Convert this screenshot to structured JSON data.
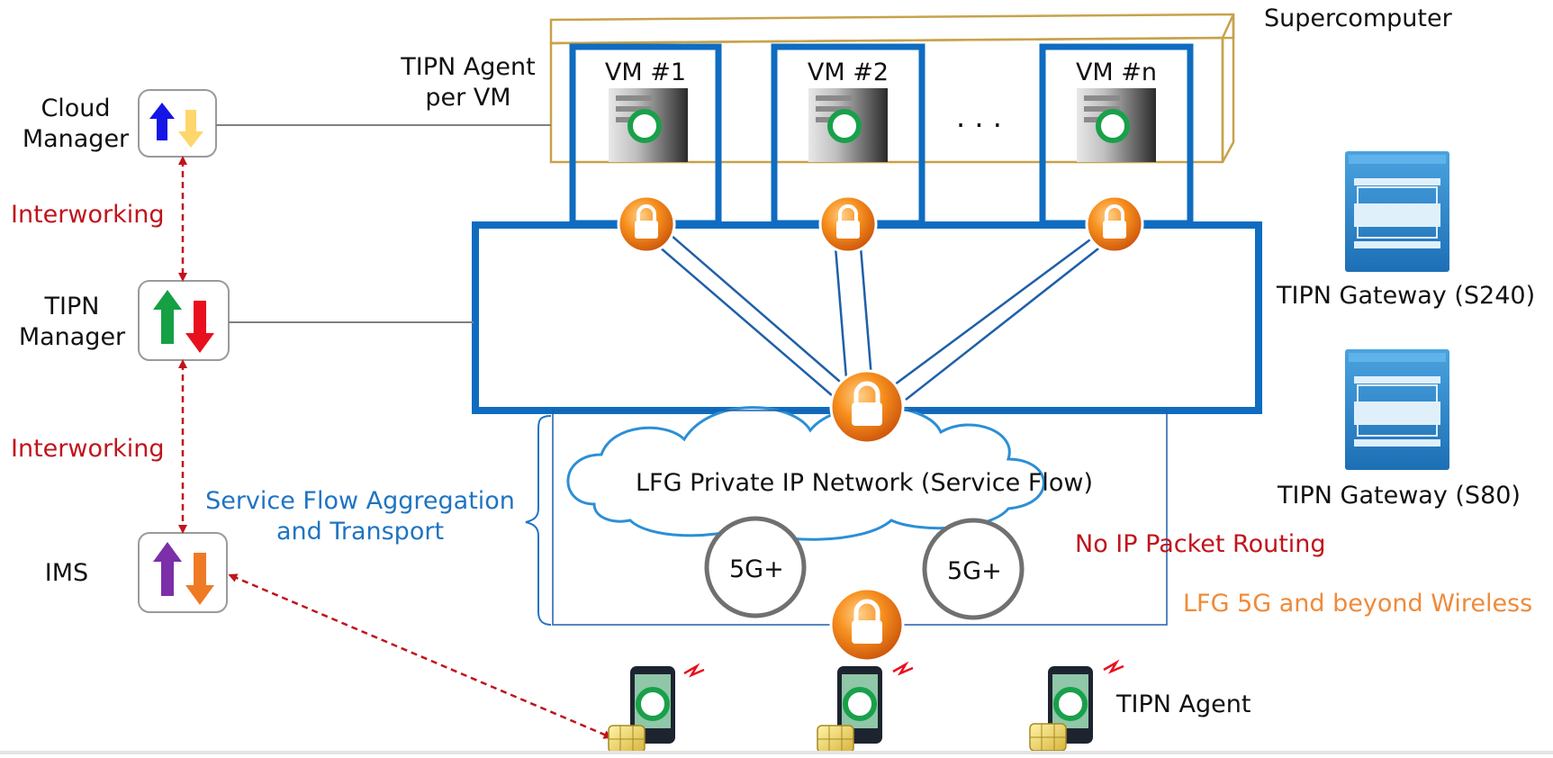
{
  "supercomputer": {
    "label": "Supercomputer"
  },
  "tipn_agent_per_vm": {
    "line1": "TIPN Agent",
    "line2": "per VM"
  },
  "vms": [
    {
      "label": "VM #1"
    },
    {
      "label": "VM #2"
    },
    {
      "label": "VM #n"
    }
  ],
  "ellipsis": "· · ·",
  "managers": {
    "cloud": {
      "line1": "Cloud",
      "line2": "Manager"
    },
    "tipn": {
      "line1": "TIPN",
      "line2": "Manager"
    },
    "ims": {
      "label": "IMS"
    }
  },
  "interworking": [
    "Interworking",
    "Interworking"
  ],
  "gateways": [
    {
      "label": "TIPN Gateway (S240)"
    },
    {
      "label": "TIPN Gateway (S80)"
    }
  ],
  "network": {
    "cloud_label": "LFG Private IP Network (Service Flow)",
    "cells": [
      "5G+",
      "5G+"
    ],
    "no_routing": "No IP Packet Routing",
    "wireless": "LFG 5G and beyond Wireless",
    "aggregation_line1": "Service Flow Aggregation",
    "aggregation_line2": "and Transport"
  },
  "tipn_agent_label": "TIPN Agent",
  "colors": {
    "frame_blue": "#0f6cc0",
    "super_gold": "#c7a24a",
    "interworking_red": "#c0141c",
    "aggregation_blue": "#1f74c2",
    "wireless_orange": "#ef8a3a",
    "lock_orange": "#f07a14",
    "agent_green": "#19a04a"
  }
}
